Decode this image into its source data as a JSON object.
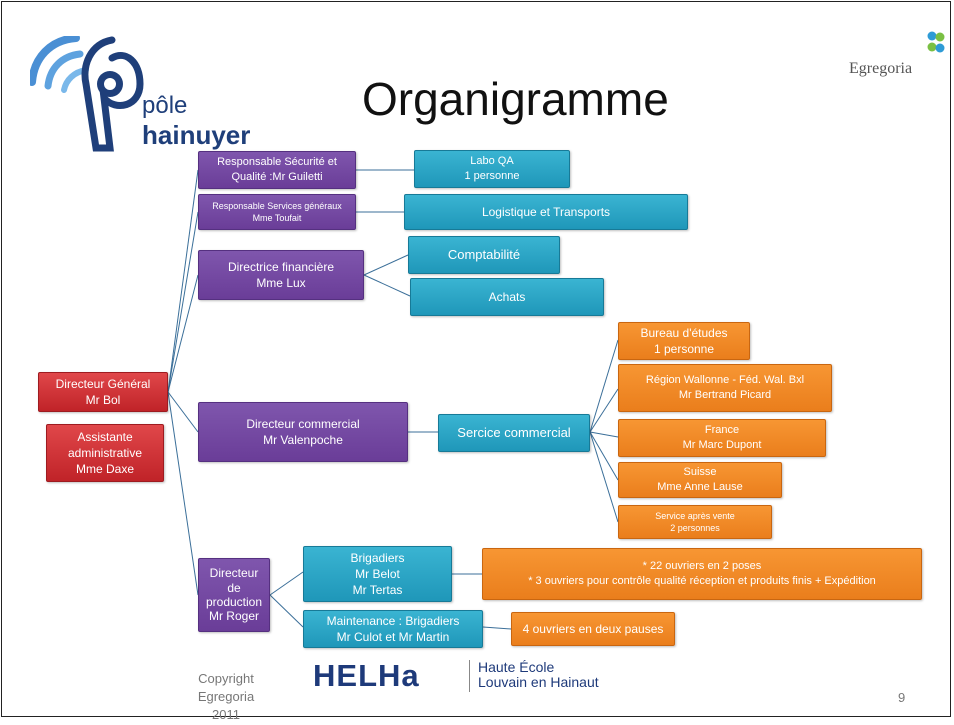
{
  "slide": {
    "title": "Organigramme",
    "page_number": "9"
  },
  "logos": {
    "pole_line1": "pôle",
    "pole_line2": "hainuyer",
    "egregoria": "Egregoria",
    "helha": "HELHa",
    "helha_sub1": "Haute École",
    "helha_sub2": "Louvain en Hainaut"
  },
  "copyright": {
    "line1": "Copyright",
    "line2": "Egregoria",
    "line3": "2011"
  },
  "colors": {
    "red": "#c02328",
    "purple": "#6a3d98",
    "teal": "#1f97b9",
    "orange": "#ea7e1c",
    "connector": "#3b6f99"
  },
  "org": {
    "director": {
      "line1": "Directeur Général",
      "line2": "Mr Bol"
    },
    "assistant": {
      "line1": "Assistante",
      "line2": "administrative",
      "line3": "Mme Daxe"
    },
    "securite": {
      "line1": "Responsable  Sécurité et",
      "line2": "Qualité  :Mr   Guiletti"
    },
    "labo": {
      "line1": "Labo QA",
      "line2": "1 personne"
    },
    "services": {
      "line1": "Responsable  Services généraux",
      "line2": "Mme Toufait"
    },
    "logistique": {
      "line1": "Logistique et Transports"
    },
    "financiere": {
      "line1": "Directrice financière",
      "line2": "Mme Lux"
    },
    "comptabilite": {
      "line1": "Comptabilité"
    },
    "achats": {
      "line1": "Achats"
    },
    "commercial": {
      "line1": "Directeur commercial",
      "line2": "Mr Valenpoche"
    },
    "service_commercial": {
      "line1": "Sercice commercial"
    },
    "bureau": {
      "line1": "Bureau d'études",
      "line2": "1 personne"
    },
    "wallonie": {
      "line1": "Région Wallonne - Féd. Wal. Bxl",
      "line2": "Mr Bertrand Picard"
    },
    "france": {
      "line1": "France",
      "line2": "Mr Marc Dupont"
    },
    "suisse": {
      "line1": "Suisse",
      "line2": "Mme Anne Lause"
    },
    "apres_vente": {
      "line1": "Service après vente",
      "line2": "2 personnes"
    },
    "production": {
      "line1": "Directeur",
      "line2": "de",
      "line3": "production",
      "line4": "Mr Roger"
    },
    "brigadiers": {
      "line1": "Brigadiers",
      "line2": "Mr Belot",
      "line3": "Mr Tertas"
    },
    "ouvriers": {
      "line1": "*  22 ouvriers en 2 poses",
      "line2": "*  3 ouvriers pour contrôle qualité réception et produits finis + Expédition"
    },
    "maintenance": {
      "line1": "Maintenance : Brigadiers",
      "line2": "Mr Culot et Mr Martin"
    },
    "pauses": {
      "line1": "4 ouvriers en deux pauses"
    }
  }
}
